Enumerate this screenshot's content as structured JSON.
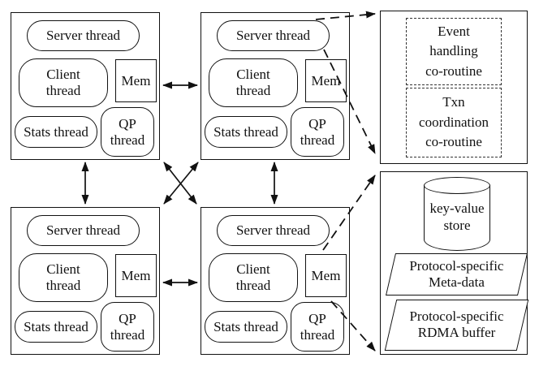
{
  "nodes": [
    {
      "server": "Server thread",
      "client_lines": [
        "Client",
        "thread"
      ],
      "mem": "Mem",
      "stats": "Stats thread",
      "qp_lines": [
        "QP",
        "thread"
      ]
    },
    {
      "server": "Server thread",
      "client_lines": [
        "Client",
        "thread"
      ],
      "mem": "Mem",
      "stats": "Stats thread",
      "qp_lines": [
        "QP",
        "thread"
      ]
    },
    {
      "server": "Server thread",
      "client_lines": [
        "Client",
        "thread"
      ],
      "mem": "Mem",
      "stats": "Stats thread",
      "qp_lines": [
        "QP",
        "thread"
      ]
    },
    {
      "server": "Server thread",
      "client_lines": [
        "Client",
        "thread"
      ],
      "mem": "Mem",
      "stats": "Stats thread",
      "qp_lines": [
        "QP",
        "thread"
      ]
    }
  ],
  "coroutine_panel": {
    "event_lines": [
      "Event",
      "handling",
      "co-routine"
    ],
    "txn_lines": [
      "Txn",
      "coordination",
      "co-routine"
    ]
  },
  "storage_panel": {
    "kv_lines": [
      "key-value",
      "store"
    ],
    "meta_lines": [
      "Protocol-specific",
      "Meta-data"
    ],
    "rdma_lines": [
      "Protocol-specific",
      "RDMA buffer"
    ]
  },
  "colors": {
    "stroke": "#111111",
    "background": "#ffffff"
  }
}
